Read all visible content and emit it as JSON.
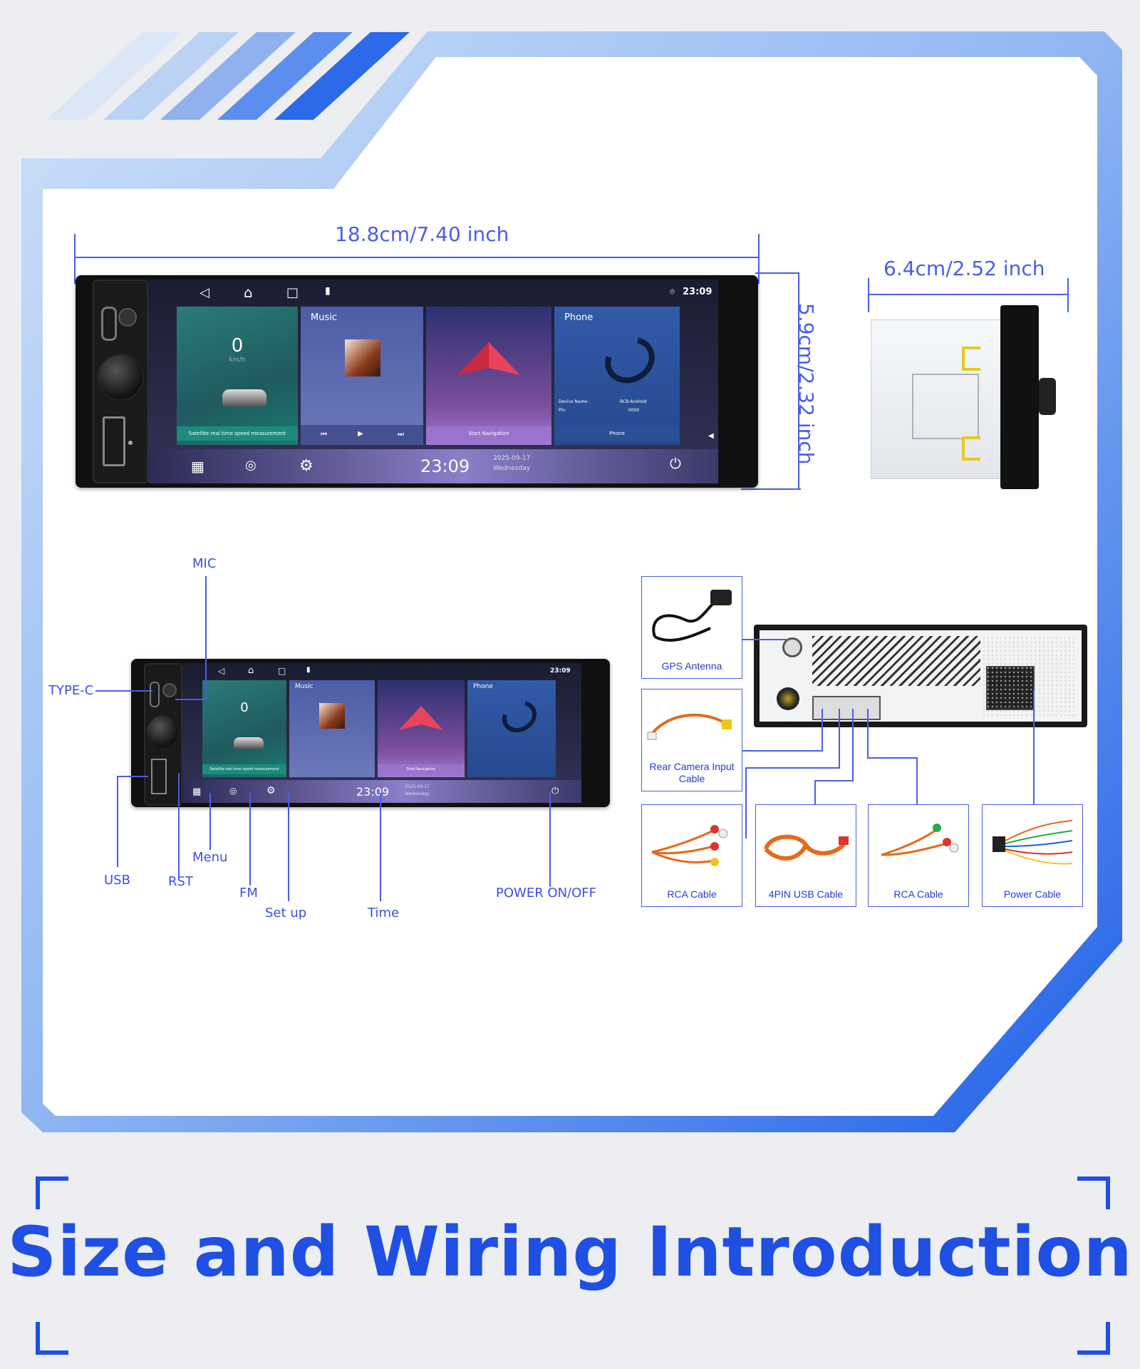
{
  "dimensions": {
    "width_label": "18.8cm/7.40 inch",
    "height_label": "5.9cm/2.32 inch",
    "depth_label": "6.4cm/2.52 inch"
  },
  "screen": {
    "status_time": "23:09",
    "speed_value": "0",
    "speed_unit": "km/h",
    "speed_caption": "Satellite real time speed measurement",
    "music_title": "Music",
    "nav_caption": "Start Navigation",
    "phone_title": "Phone",
    "device_name_label": "Device Name:",
    "device_name_value": "BCB-Android",
    "pin_label": "Pin:",
    "pin_value": "0000",
    "phone_caption": "Phone",
    "dock_time": "23:09",
    "dock_date": "2025-09-17",
    "dock_day": "Wednesday"
  },
  "callouts": {
    "mic": "MIC",
    "type_c": "TYPE-C",
    "usb": "USB",
    "rst": "RST",
    "menu": "Menu",
    "fm": "FM",
    "set_up": "Set up",
    "time": "Time",
    "power": "POWER ON/OFF"
  },
  "accessories": {
    "gps": "GPS Antenna",
    "rear_camera": "Rear Camera Input Cable",
    "rca_1": "RCA Cable",
    "usb_4pin": "4PIN USB Cable",
    "rca_2": "RCA Cable",
    "power": "Power Cable"
  },
  "colors": {
    "accent": "#1f4fe3",
    "frame_light": "#a9c8f5",
    "line": "#4a5de8"
  },
  "page_title": "Size and Wiring Introduction"
}
